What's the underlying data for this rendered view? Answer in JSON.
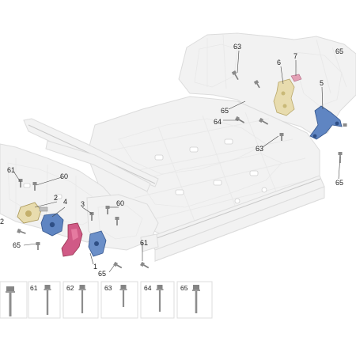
{
  "callouts": {
    "c63_top": "63",
    "c65_topright": "65",
    "c6": "6",
    "c7": "7",
    "c5": "5",
    "c65_mid": "65",
    "c64": "64",
    "c63_mid": "63",
    "c65_right": "65",
    "c61_left": "61",
    "c60_left": "60",
    "c2_left": "2",
    "c2": "2",
    "c4": "4",
    "c3": "3",
    "c60_right": "60",
    "c65_left": "65",
    "c61_bottom": "61",
    "c1": "1",
    "c65_bottom": "65"
  },
  "fastener_legend": [
    {
      "label": ""
    },
    {
      "label": "61"
    },
    {
      "label": "62"
    },
    {
      "label": "63"
    },
    {
      "label": "64"
    },
    {
      "label": "65"
    }
  ],
  "colors": {
    "frame": "#f2f2f2",
    "part_gold": "#e8dcae",
    "part_blue": "#5f85c2",
    "part_pink": "#d05a86",
    "part_pink_small": "#e3a0b5"
  }
}
